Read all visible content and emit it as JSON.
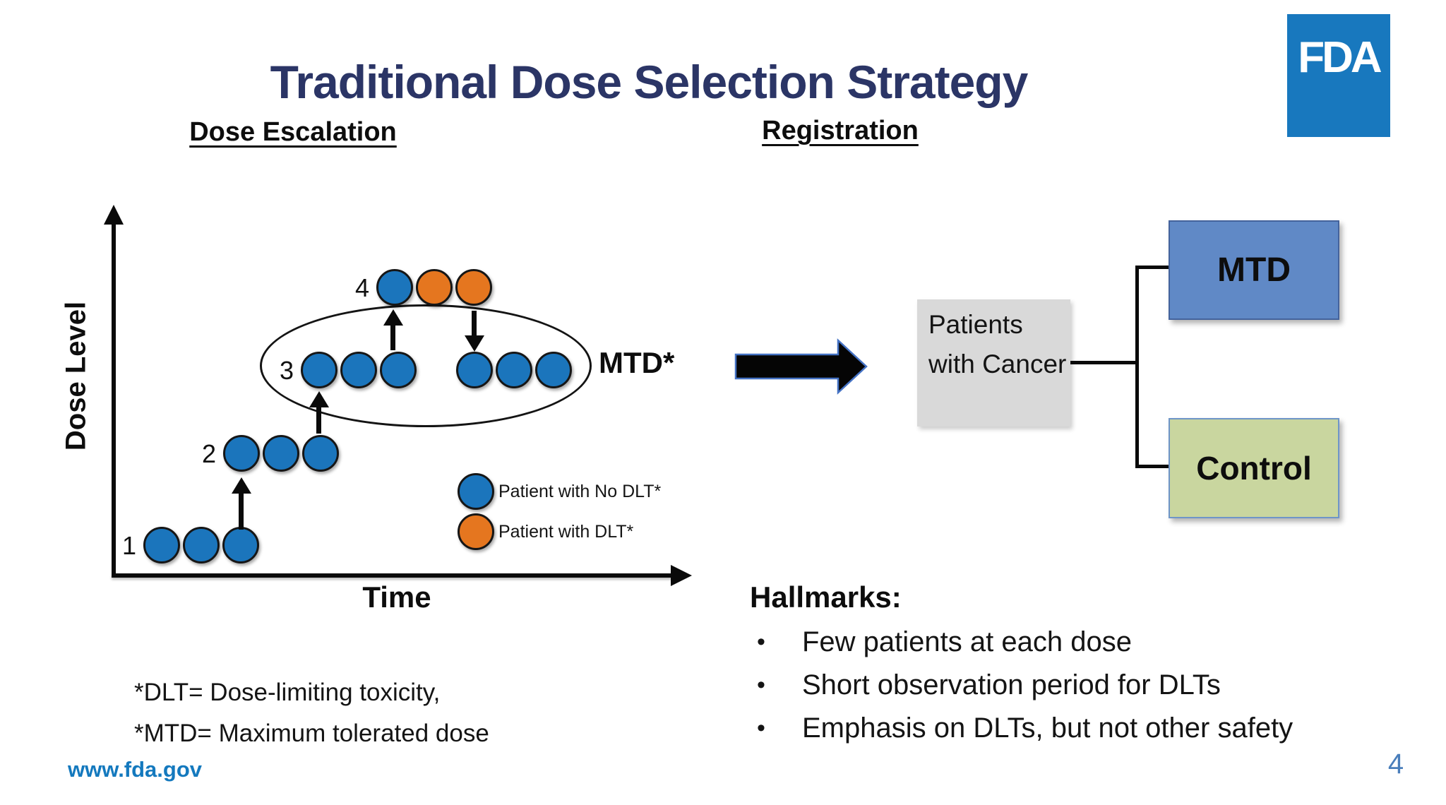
{
  "slide": {
    "title": "Traditional Dose Selection Strategy",
    "logo_text": "FDA",
    "footer_link": "www.fda.gov",
    "page_number": "4"
  },
  "colors": {
    "title_navy": "#2b3566",
    "fda_logo_blue": "#1878be",
    "patient_no_dlt_blue": "#1b75bc",
    "patient_dlt_orange": "#e5761f",
    "mtd_box_blue": "#6089c6",
    "control_box_green": "#c9d69f",
    "source_box_gray": "#d9d9d9",
    "footer_link_blue": "#1479be",
    "page_number_blue": "#4a7ebb"
  },
  "dose_escalation": {
    "heading": "Dose Escalation",
    "y_axis_label": "Dose Level",
    "x_axis_label": "Time",
    "mtd_annotation": "MTD*",
    "levels": [
      {
        "label": "4",
        "groups": [
          [
            "no_dlt",
            "dlt",
            "dlt"
          ]
        ]
      },
      {
        "label": "3",
        "groups": [
          [
            "no_dlt",
            "no_dlt",
            "no_dlt"
          ],
          [
            "no_dlt",
            "no_dlt",
            "no_dlt"
          ]
        ]
      },
      {
        "label": "2",
        "groups": [
          [
            "no_dlt",
            "no_dlt",
            "no_dlt"
          ]
        ]
      },
      {
        "label": "1",
        "groups": [
          [
            "no_dlt",
            "no_dlt",
            "no_dlt"
          ]
        ]
      }
    ],
    "legend": [
      {
        "type": "no_dlt",
        "label": "Patient with No DLT*"
      },
      {
        "type": "dlt",
        "label": "Patient with DLT*"
      }
    ]
  },
  "registration": {
    "heading": "Registration",
    "source_box_label": "Patients with Cancer",
    "branches": [
      {
        "label": "MTD"
      },
      {
        "label": "Control"
      }
    ]
  },
  "hallmarks": {
    "heading": "Hallmarks:",
    "items": [
      "Few patients at each dose",
      "Short observation period for DLTs",
      "Emphasis on DLTs, but not other safety"
    ]
  },
  "footnotes": [
    "*DLT= Dose-limiting toxicity,",
    "*MTD= Maximum tolerated dose"
  ]
}
